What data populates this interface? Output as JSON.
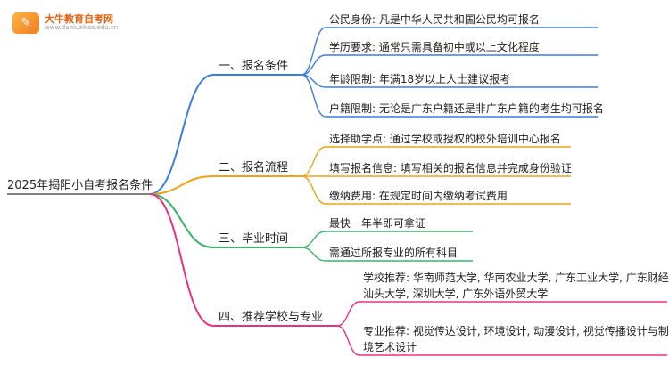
{
  "brand": {
    "name": "大牛教育自考网",
    "url": "www.daniuzikao.edu.cn"
  },
  "root": "2025年揭阳小自考报名条件",
  "branches": [
    {
      "label": "一、报名条件",
      "color": "#3b7ddd",
      "leaves": [
        [
          "公民身份: 凡是中华人民共和国公民均可报名"
        ],
        [
          "学历要求: 通常只需具备初中或以上文化程度"
        ],
        [
          "年龄限制: 年满18岁以上人士建议报考"
        ],
        [
          "户籍限制: 无论是广东户籍还是非广东户籍的考生均可报名"
        ]
      ]
    },
    {
      "label": "二、报名流程",
      "color": "#f0a21a",
      "leaves": [
        [
          "选择助学点: 通过学校或授权的校外培训中心报名"
        ],
        [
          "填写报名信息: 填写相关的报名信息并完成身份验证"
        ],
        [
          "缴纳费用: 在规定时间内缴纳考试费用"
        ]
      ]
    },
    {
      "label": "三、毕业时间",
      "color": "#39b36a",
      "leaves": [
        [
          "最快一年半即可拿证"
        ],
        [
          "需通过所报专业的所有科目"
        ]
      ]
    },
    {
      "label": "四、推荐学校与专业",
      "color": "#e8327d",
      "leaves": [
        [
          "学校推荐: 华南师范大学, 华南农业大学, 广东工业大学, 广东财经大学,",
          "汕头大学, 深圳大学, 广东外语外贸大学"
        ],
        [
          "专业推荐: 视觉传达设计, 环境设计, 动漫设计, 视觉传播设计与制作, 环",
          "境艺术设计"
        ]
      ]
    }
  ]
}
